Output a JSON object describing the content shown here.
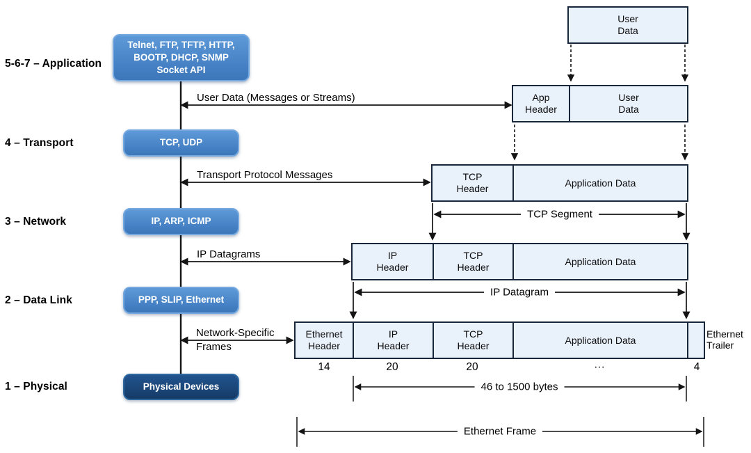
{
  "layers": [
    {
      "label": "5-6-7 – Application",
      "box": "Telnet, FTP, TFTP, HTTP,\nBOOTP, DHCP, SNMP\nSocket API"
    },
    {
      "label": "4 – Transport",
      "box": "TCP, UDP"
    },
    {
      "label": "3 – Network",
      "box": "IP, ARP, ICMP"
    },
    {
      "label": "2 – Data Link",
      "box": "PPP, SLIP, Ethernet"
    },
    {
      "label": "1 – Physical",
      "box": "Physical Devices"
    }
  ],
  "flow_arrows": [
    {
      "label": "User Data (Messages or Streams)"
    },
    {
      "label": "Transport Protocol Messages"
    },
    {
      "label": "IP Datagrams"
    },
    {
      "label": "Network-Specific\nFrames"
    }
  ],
  "stack": {
    "rows": [
      {
        "cells": [
          {
            "label": "User\nData"
          }
        ]
      },
      {
        "cells": [
          {
            "label": "App\nHeader"
          },
          {
            "label": "User\nData"
          }
        ]
      },
      {
        "cells": [
          {
            "label": "TCP\nHeader"
          },
          {
            "label": "Application Data"
          }
        ]
      },
      {
        "cells": [
          {
            "label": "IP\nHeader"
          },
          {
            "label": "TCP\nHeader"
          },
          {
            "label": "Application Data"
          }
        ]
      },
      {
        "cells": [
          {
            "label": "Ethernet\nHeader"
          },
          {
            "label": "IP\nHeader"
          },
          {
            "label": "TCP\nHeader"
          },
          {
            "label": "Application Data"
          },
          {
            "label": ""
          }
        ]
      }
    ],
    "trailer_label": "Ethernet\nTrailer",
    "byte_sizes": [
      "14",
      "20",
      "20",
      "···",
      "4"
    ],
    "span_labels": {
      "tcp_segment": "TCP Segment",
      "ip_datagram": "IP Datagram",
      "payload_range": "46 to 1500 bytes",
      "ethernet_frame": "Ethernet Frame"
    }
  },
  "colors": {
    "protocol_box_blue": "#4a86ca",
    "protocol_box_border": "#74a8de",
    "physical_box_navy": "#1a4576",
    "cell_fill": "#e9f1fb",
    "cell_border": "#18263b",
    "line_black": "#141414",
    "box_text": "#ffffff",
    "label_text": "#000000",
    "background": "#ffffff"
  }
}
